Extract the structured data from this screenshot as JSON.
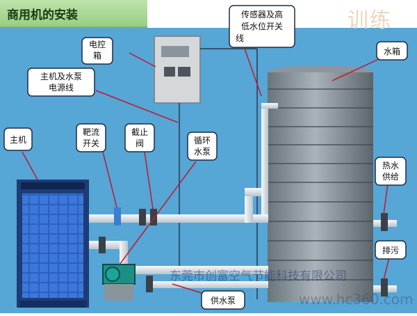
{
  "title": "商用机的安装",
  "deco_text": "训练",
  "watermark_text": "东莞市创富空气节能科技有限公司",
  "watermark_url": "www.hc360.com",
  "labels": {
    "control_box": [
      "电控",
      "箱"
    ],
    "power_line": [
      "主机及水泵",
      "电源线"
    ],
    "sensor": [
      "传感器及高",
      "低水位开关",
      "线"
    ],
    "tank": [
      "水箱"
    ],
    "host": [
      "主机"
    ],
    "throttle": [
      "靶流",
      "开关"
    ],
    "stop_valve": [
      "截止",
      "阀"
    ],
    "circ_pump": [
      "循环",
      "水泵"
    ],
    "hot_water": [
      "热水",
      "供给"
    ],
    "drain": [
      "排污"
    ],
    "supply_pump": [
      "供水泵"
    ]
  },
  "colors": {
    "background": "#56a6d6",
    "callout_bg": "#ffffff",
    "callout_border": "#1f2a44",
    "pipe": "#e4eaee",
    "tank": "#7c8790",
    "unit": "#2c58b8",
    "leader": "#c0182e"
  }
}
